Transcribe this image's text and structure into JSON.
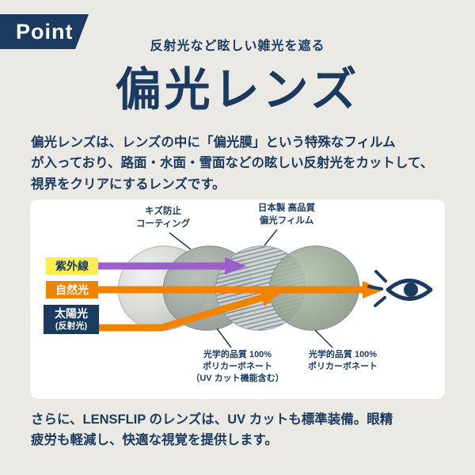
{
  "badge": {
    "label": "Point"
  },
  "header": {
    "subtitle": "反射光など眩しい雑光を遮る",
    "title": "偏光レンズ"
  },
  "intro_text": "偏光レンズは、レンズの中に「偏光膜」という特殊なフィルム\nが入っており、路面・水面・雪面などの眩しい反射光をカットして、\n視界をクリアにするレンズです。",
  "diagram": {
    "coating_label": "キズ防止\nコーティング",
    "film_label": "日本製 高品質\n偏光フィルム",
    "rays": {
      "uv": "紫外線",
      "natural": "自然光",
      "sun_line1": "太陽光",
      "sun_line2": "(反射光)"
    },
    "poly_uv_label": "光学的品質 100%\nポリカーボネート\n（UV カット機能含む）",
    "poly_label": "光学的品質 100%\nポリカーボネート",
    "icons": {
      "eye": "eye-icon"
    },
    "colors": {
      "uv_arrow": "#9b5fc9",
      "light_arrow": "#f08300",
      "uv_label_bg": "#f8ef4e",
      "natural_label_bg": "#f08300",
      "sun_label_bg": "#1a3a5f"
    }
  },
  "outro_text": "さらに、LENSFLIP のレンズは、UV カットも標準装備。眼精\n疲労も軽減し、快適な視覚を提供します。",
  "colors": {
    "background": "#eae9e3",
    "navy": "#1a3a5f",
    "panel": "#ffffff"
  }
}
